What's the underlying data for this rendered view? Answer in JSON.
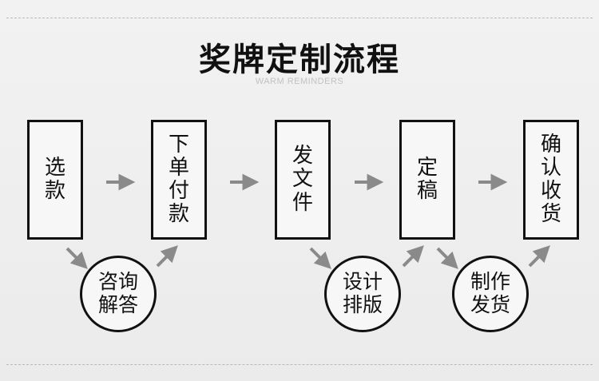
{
  "title": "奖牌定制流程",
  "subtitle": "WARM REMINDERS",
  "steps": [
    "选款",
    "下单付款",
    "发文件",
    "定稿",
    "确认收货"
  ],
  "sub_steps": [
    "咨询解答",
    "设计排版",
    "制作发货"
  ],
  "colors": {
    "background": "#efefef",
    "box_border": "#111111",
    "arrow": "#8a8a8a",
    "dash_line": "#b9b9b9",
    "subtitle": "#c2c2c2"
  }
}
